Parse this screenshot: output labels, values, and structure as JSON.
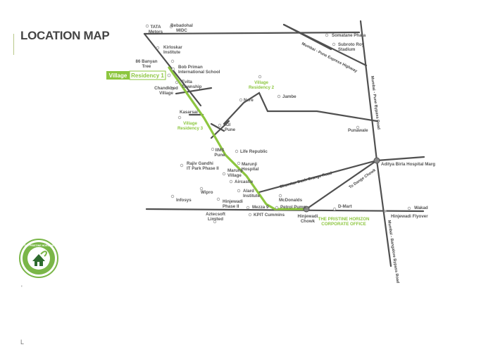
{
  "title": "LOCATION MAP",
  "colors": {
    "road": "#505050",
    "highlight": "#8dc63f",
    "text": "#555555",
    "green_text": "#8dc63f"
  },
  "project": {
    "village": "Village",
    "residency": "Residency 1"
  },
  "labels": {
    "tata_metors": [
      "TATA",
      "Metors"
    ],
    "bebadohal": [
      "Bebadohal",
      "MIDC"
    ],
    "kirloskar": [
      "Kirloskar",
      "Institute"
    ],
    "banyan": [
      "86 Banyan",
      "Tree"
    ],
    "bob_priman": [
      "Bob Priman",
      "International School"
    ],
    "evita": [
      "Evita",
      "Township"
    ],
    "chandkhed": [
      "Chandkhed",
      "Village"
    ],
    "vr2": [
      "Village",
      "Residency 2"
    ],
    "nere": "Nere",
    "jambe": "Jambe",
    "kasarsai": "Kasarsai",
    "vr3": [
      "Village",
      "Residency 3"
    ],
    "igi": [
      "IGI",
      "Pune"
    ],
    "punawale": "Punawale",
    "somatane": "Somatane Phata",
    "subroto": [
      "Subroto Roy",
      "Stadium"
    ],
    "iims": [
      "IIMS",
      "Pune"
    ],
    "life_republic": "Life Republic",
    "rajiv_gandhi": [
      "Rajiv Gandhi",
      "IT Park Phase II"
    ],
    "marunji_hospital": [
      "Marunji",
      "Hospital"
    ],
    "marunji_village": [
      "Marunji",
      "Village"
    ],
    "aircastle": "Aircastle",
    "wipro": "Wipro",
    "alard": [
      "Alard",
      "Institute"
    ],
    "infosys": "Infosys",
    "hinjewadi_phase2": [
      "Hinjewadi",
      "Phase II"
    ],
    "mcdonalds": "McDonalds",
    "mezza9": "Mezza 9",
    "petrol_pump": "Petrol Pump",
    "d_mart": "D-Mart",
    "wakad": "Wakad",
    "aztecsoft": [
      "Aztecsoft",
      "Limited"
    ],
    "kpit": "KPIT Cummins",
    "hinjewadi_chowk": [
      "Hinjewadi",
      "Chowk"
    ],
    "pristine": [
      "THE PRISTINE HORIZON",
      "CORPORATE OFFICE"
    ],
    "hinjewadi_flyover": "Hinjewadi Flyover",
    "aditya_birla": "Aditya Birla Hospital Marg"
  },
  "roads": {
    "expressway": "Mumbai - Pune Express Highway",
    "pune_bypass": "Mumbai - Pune Bypass Road",
    "bangalore_bypass": "Mumbai - Bangalore Bypass Road",
    "bhumkar": "Bhumkar Dash Grange Road",
    "dange": "To Dange Chowk"
  },
  "logo": {
    "text": "THE PRISTINE HORIZON"
  },
  "corner_marks": [
    "'",
    "L"
  ]
}
